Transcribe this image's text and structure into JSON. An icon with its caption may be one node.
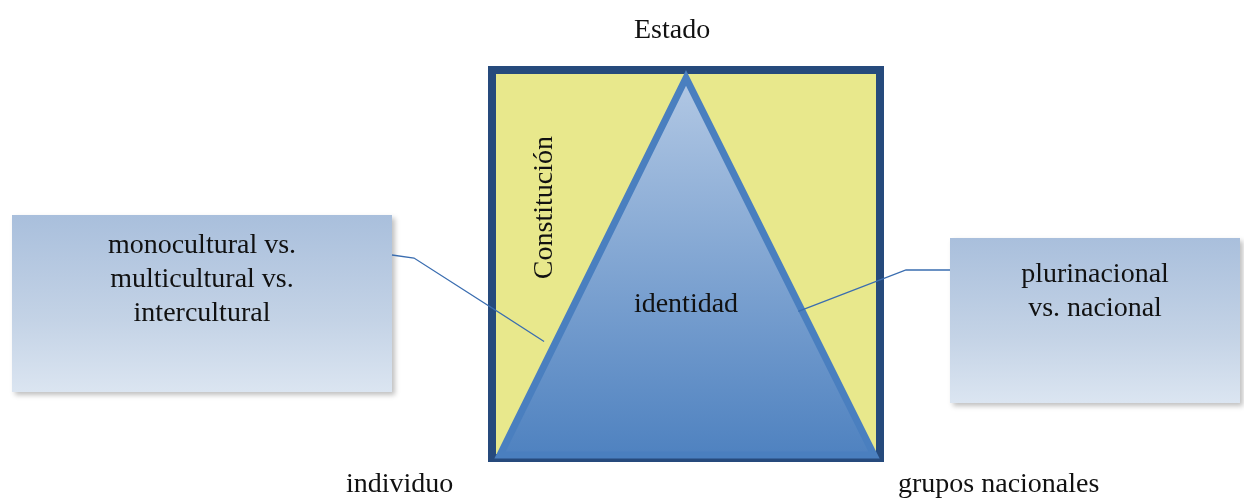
{
  "diagram": {
    "nodes": [
      {
        "text": [
          "Constitución"
        ]
      },
      {
        "text": [
          "identidad"
        ],
        "in": 0
      },
      {
        "text": [
          "monocultural vs. multicultural vs. intercultural"
        ]
      },
      {
        "text": [
          "plurinacional vs. nacional"
        ]
      }
    ],
    "edges": [
      {
        "from": 2,
        "to": 1,
        "arrow": "none"
      },
      {
        "from": 3,
        "to": 1,
        "arrow": "none"
      }
    ],
    "labels": [
      "Estado",
      "individuo",
      "grupos nacionales"
    ]
  }
}
